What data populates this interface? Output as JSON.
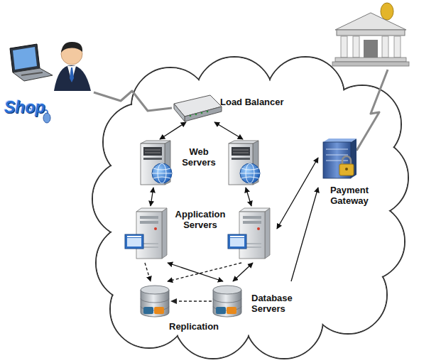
{
  "diagram": {
    "nodes": [
      {
        "text": [
          "Shop"
        ]
      },
      {
        "text": [
          "Load Balancer"
        ]
      },
      {
        "text": [
          "Web Servers"
        ]
      },
      {
        "text": [
          "Application Servers"
        ]
      },
      {
        "text": [
          "Database Servers"
        ]
      },
      {
        "text": [
          "Payment Gateway"
        ]
      }
    ],
    "edges": [
      {
        "from": 0,
        "to": 1,
        "arrow": "none"
      },
      {
        "from": 1,
        "to": 2,
        "arrow": "both"
      },
      {
        "from": 1,
        "to": 2,
        "arrow": "both"
      },
      {
        "from": 2,
        "to": 3,
        "arrow": "both"
      },
      {
        "from": 2,
        "to": 3,
        "arrow": "both"
      },
      {
        "from": 3,
        "to": 4,
        "arrow": "both"
      },
      {
        "from": 3,
        "to": 4,
        "arrow": "both"
      },
      {
        "from": 3,
        "to": 4,
        "arrow": "to"
      },
      {
        "from": 3,
        "to": 4,
        "arrow": "to"
      },
      {
        "from": 3,
        "to": 5,
        "arrow": "both"
      },
      {
        "from": 4,
        "to": 5,
        "arrow": "to"
      }
    ],
    "labels": [
      "Replication"
    ]
  }
}
